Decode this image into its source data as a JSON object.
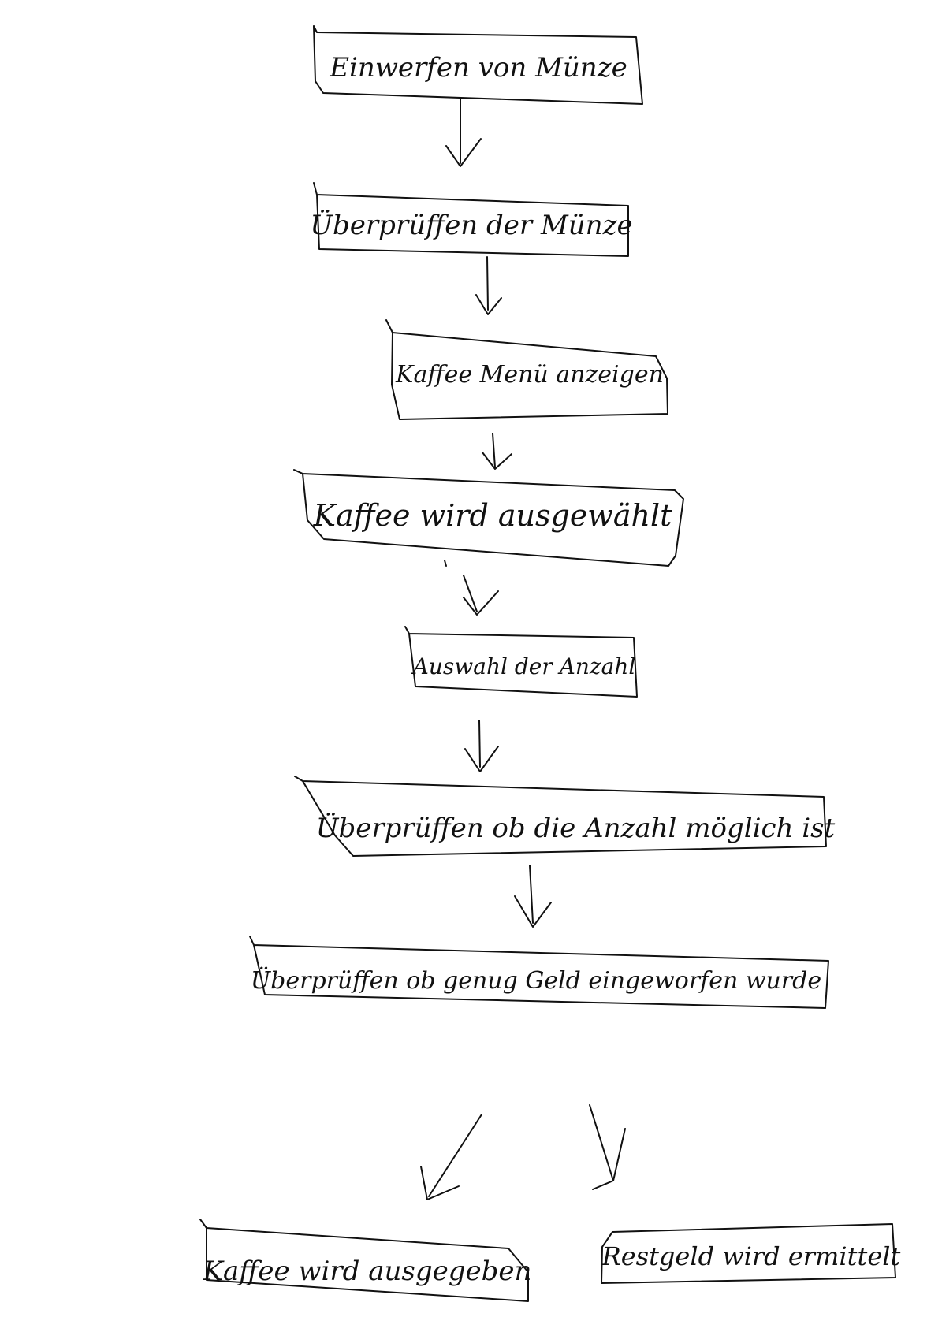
{
  "flowchart": {
    "steps": [
      {
        "label": "Einwerfen von Münze"
      },
      {
        "label": "Überprüffen der Münze"
      },
      {
        "label": "Kaffee Menü anzeigen"
      },
      {
        "label": "Kaffee wird ausgewählt"
      },
      {
        "label": "Auswahl der Anzahl"
      },
      {
        "label": "Überprüffen ob die Anzahl möglich ist"
      },
      {
        "label": "Überprüffen ob genug Geld eingeworfen wurde"
      }
    ],
    "branches": [
      {
        "label": "Kaffee wird ausgegeben"
      },
      {
        "label": "Restgeld wird ermittelt"
      }
    ]
  },
  "colors": {
    "ink": "#111111",
    "background": "#ffffff"
  }
}
